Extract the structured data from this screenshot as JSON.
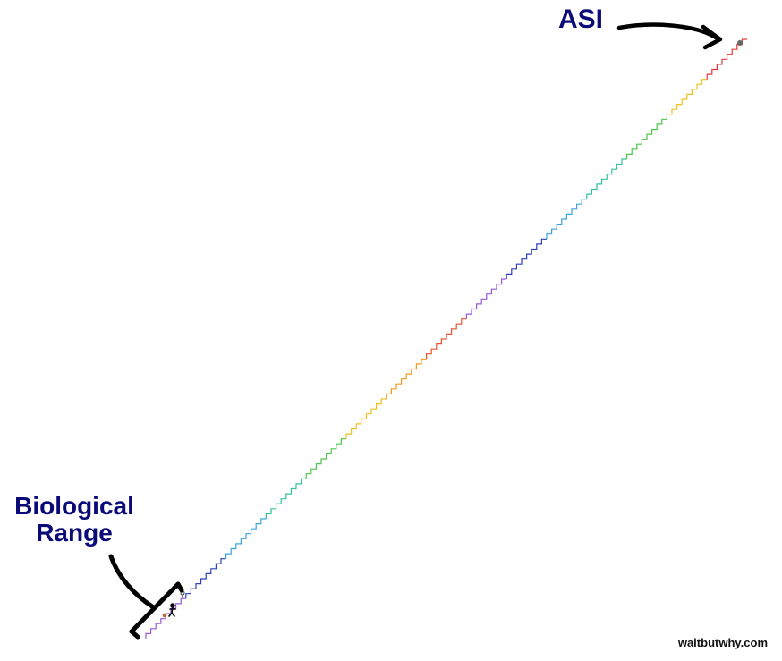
{
  "labels": {
    "asi": "ASI",
    "biological_range_line1": "Biological",
    "biological_range_line2": "Range"
  },
  "credit": "waitbutwhy.com",
  "staircase": {
    "step_colors": [
      "#9b59d6",
      "#2e3fb8",
      "#3aa3e0",
      "#34c0a0",
      "#4cc64a",
      "#f0c020",
      "#f29a1e",
      "#e8542e"
    ],
    "top_step_color": "#e23a3a"
  },
  "colors": {
    "label_text": "#0a0a78",
    "annotation_ink": "#000000"
  }
}
